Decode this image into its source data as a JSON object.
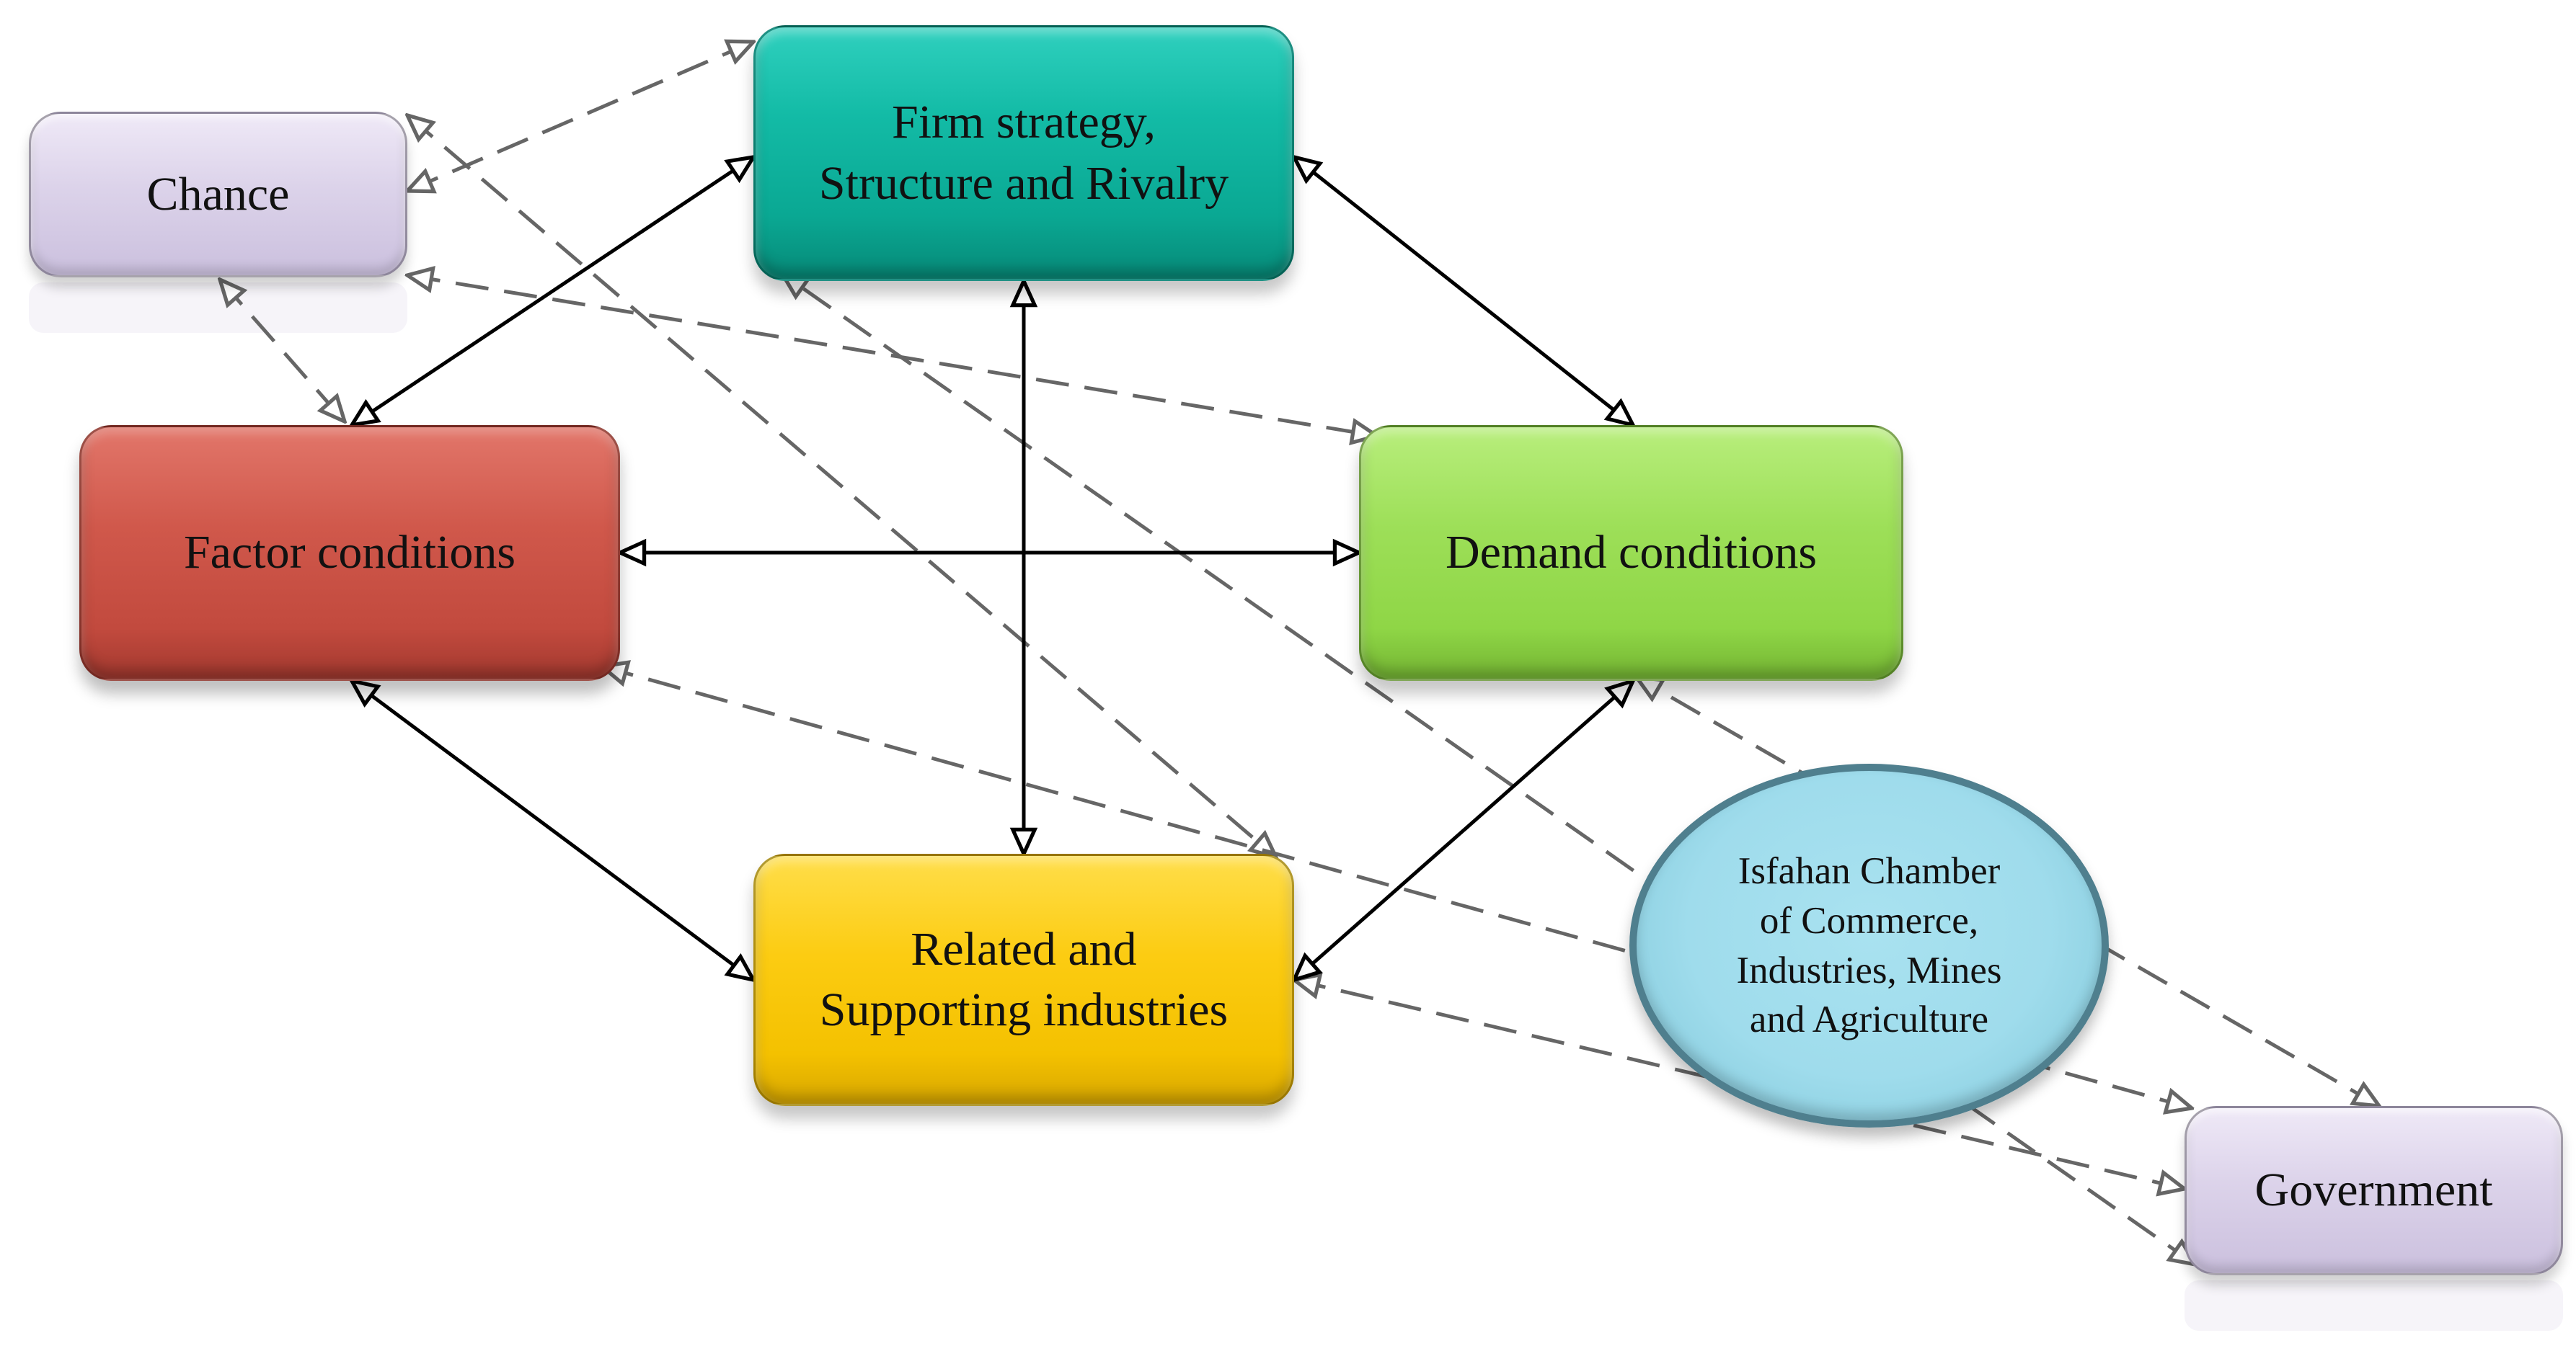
{
  "nodes": {
    "firm": {
      "label": "Firm strategy,\nStructure and Rivalry",
      "color": "#0ab8a2"
    },
    "chance": {
      "label": "Chance",
      "color": "#d8cfe8"
    },
    "factor": {
      "label": "Factor conditions",
      "color": "#cd5548"
    },
    "demand": {
      "label": "Demand conditions",
      "color": "#9ddf58"
    },
    "related": {
      "label": "Related and\nSupporting industries",
      "color": "#fccc12"
    },
    "chamber": {
      "label": "Isfahan Chamber\nof Commerce,\nIndustries, Mines\nand Agriculture",
      "color": "#9fdcec"
    },
    "government": {
      "label": "Government",
      "color": "#d8cfe8"
    }
  },
  "connections": {
    "solid_color": "#000000",
    "dashed_color": "#666666",
    "solid": [
      {
        "from": "factor",
        "to": "firm",
        "bidirectional": true
      },
      {
        "from": "firm",
        "to": "demand",
        "bidirectional": true
      },
      {
        "from": "factor",
        "to": "demand",
        "bidirectional": true
      },
      {
        "from": "firm",
        "to": "related",
        "bidirectional": true
      },
      {
        "from": "factor",
        "to": "related",
        "bidirectional": true
      },
      {
        "from": "demand",
        "to": "related",
        "bidirectional": true
      }
    ],
    "dashed": [
      {
        "from": "chance",
        "to": "firm",
        "bidirectional": true
      },
      {
        "from": "chance",
        "to": "factor",
        "bidirectional": true
      },
      {
        "from": "chance",
        "to": "demand",
        "bidirectional": true
      },
      {
        "from": "chance",
        "to": "related",
        "bidirectional": true
      },
      {
        "from": "government",
        "to": "firm",
        "bidirectional": true
      },
      {
        "from": "government",
        "to": "factor",
        "bidirectional": true
      },
      {
        "from": "government",
        "to": "demand",
        "bidirectional": true
      },
      {
        "from": "government",
        "to": "related",
        "bidirectional": true
      }
    ]
  }
}
